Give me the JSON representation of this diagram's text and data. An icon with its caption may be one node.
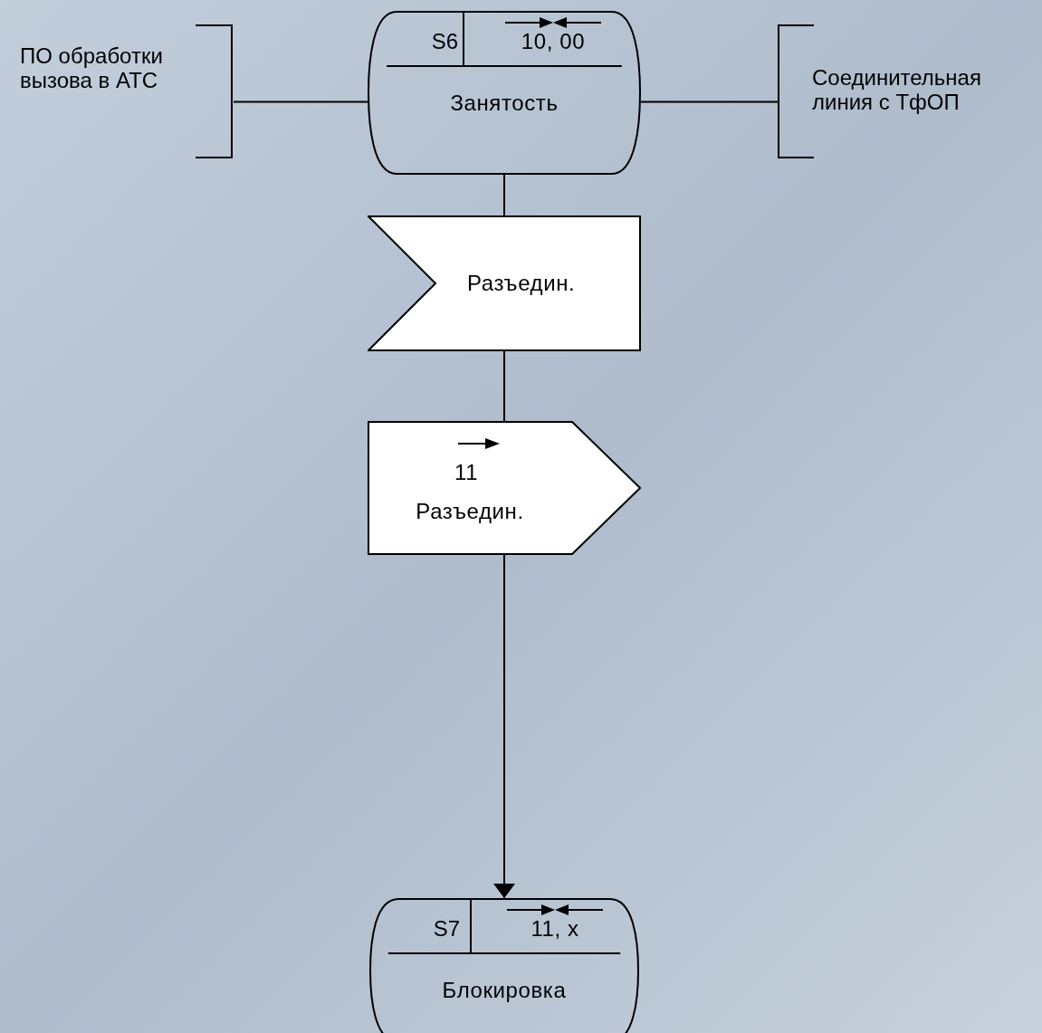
{
  "diagram": {
    "nodes": [
      {
        "text": [
          "S6",
          "10, 00",
          "Занятость"
        ]
      },
      {
        "text": [
          "ПО обработки вызова в АТС"
        ]
      },
      {
        "text": [
          "Соединительная линия с ТфОП"
        ]
      },
      {
        "text": [
          "Разъедин."
        ]
      },
      {
        "text": [
          "11",
          "Разъедин."
        ]
      },
      {
        "text": [
          "S7",
          "11, x",
          "Блокировка"
        ]
      }
    ],
    "edges": [
      {
        "from": 1,
        "to": 0,
        "arrow": "none"
      },
      {
        "from": 0,
        "to": 2,
        "arrow": "none"
      },
      {
        "from": 0,
        "to": 3,
        "arrow": "none"
      },
      {
        "from": 3,
        "to": 4,
        "arrow": "none"
      },
      {
        "from": 4,
        "to": 5,
        "arrow": "to"
      }
    ]
  }
}
